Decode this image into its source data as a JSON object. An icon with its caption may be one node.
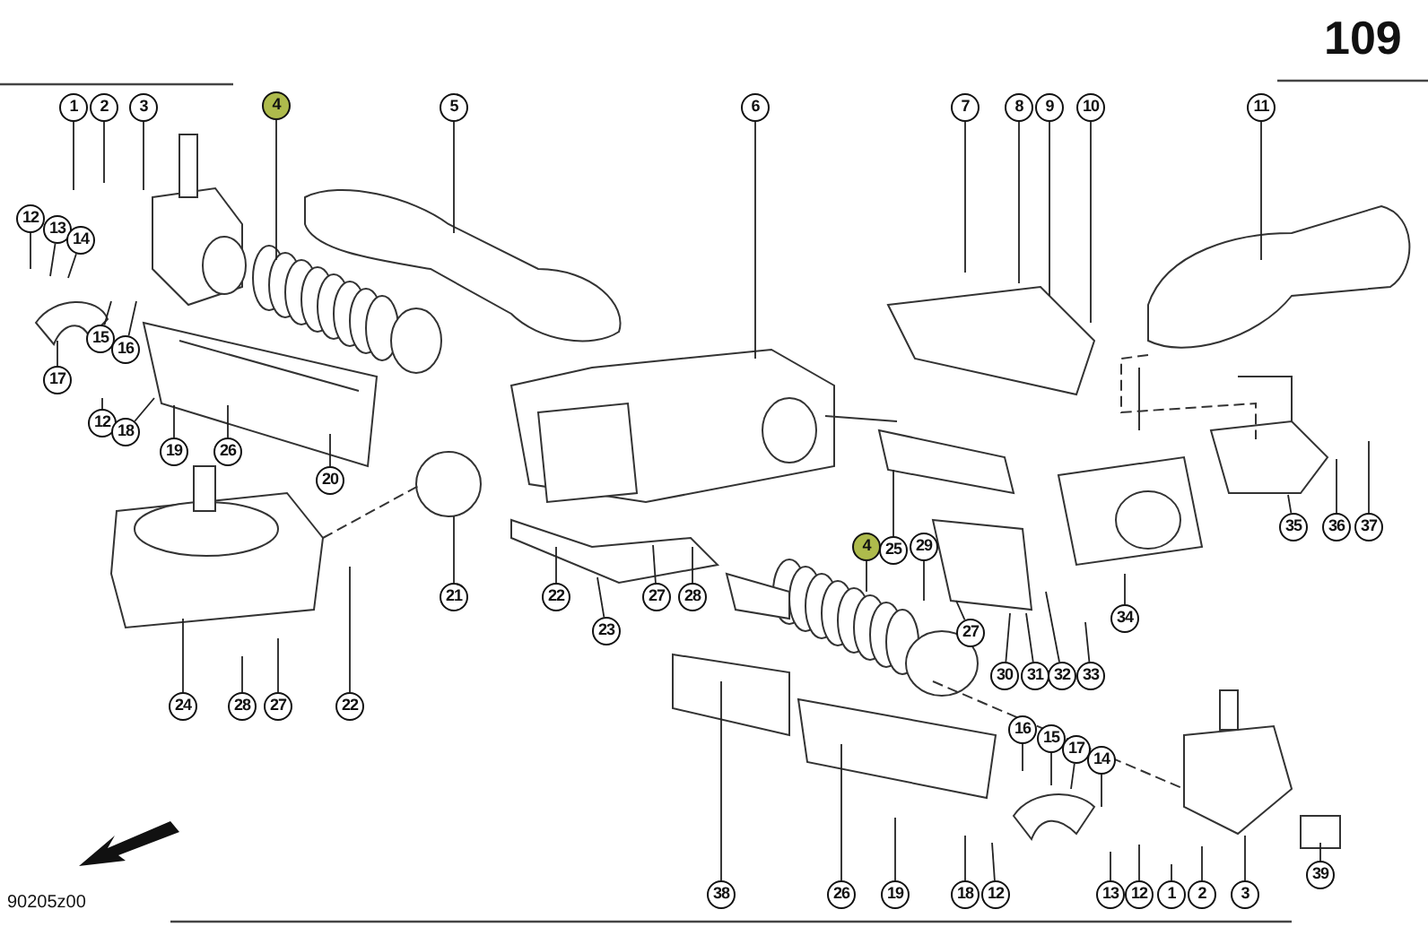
{
  "diagram": {
    "nodes": [
      {
        "text": [
          "1"
        ]
      },
      {
        "text": [
          "2"
        ]
      },
      {
        "text": [
          "3"
        ]
      },
      {
        "text": [
          "4"
        ]
      },
      {
        "text": [
          "5"
        ]
      },
      {
        "text": [
          "6"
        ]
      },
      {
        "text": [
          "7"
        ]
      },
      {
        "text": [
          "8"
        ]
      },
      {
        "text": [
          "9"
        ]
      },
      {
        "text": [
          "10"
        ]
      },
      {
        "text": [
          "11"
        ]
      },
      {
        "text": [
          "12"
        ]
      },
      {
        "text": [
          "13"
        ]
      },
      {
        "text": [
          "14"
        ]
      },
      {
        "text": [
          "15"
        ]
      },
      {
        "text": [
          "16"
        ]
      },
      {
        "text": [
          "17"
        ]
      },
      {
        "text": [
          "12"
        ]
      },
      {
        "text": [
          "18"
        ]
      },
      {
        "text": [
          "19"
        ]
      },
      {
        "text": [
          "26"
        ]
      },
      {
        "text": [
          "20"
        ]
      },
      {
        "text": [
          "21"
        ]
      },
      {
        "text": [
          "22"
        ]
      },
      {
        "text": [
          "27"
        ]
      },
      {
        "text": [
          "28"
        ]
      },
      {
        "text": [
          "23"
        ]
      },
      {
        "text": [
          "24"
        ]
      },
      {
        "text": [
          "28"
        ]
      },
      {
        "text": [
          "27"
        ]
      },
      {
        "text": [
          "22"
        ]
      },
      {
        "text": [
          "4"
        ]
      },
      {
        "text": [
          "25"
        ]
      },
      {
        "text": [
          "29"
        ]
      },
      {
        "text": [
          "27"
        ]
      },
      {
        "text": [
          "30"
        ]
      },
      {
        "text": [
          "31"
        ]
      },
      {
        "text": [
          "32"
        ]
      },
      {
        "text": [
          "33"
        ]
      },
      {
        "text": [
          "34"
        ]
      },
      {
        "text": [
          "35"
        ]
      },
      {
        "text": [
          "36"
        ]
      },
      {
        "text": [
          "37"
        ]
      },
      {
        "text": [
          "16"
        ]
      },
      {
        "text": [
          "15"
        ]
      },
      {
        "text": [
          "17"
        ]
      },
      {
        "text": [
          "14"
        ]
      },
      {
        "text": [
          "38"
        ]
      },
      {
        "text": [
          "26"
        ]
      },
      {
        "text": [
          "19"
        ]
      },
      {
        "text": [
          "18"
        ]
      },
      {
        "text": [
          "12"
        ]
      },
      {
        "text": [
          "13"
        ]
      },
      {
        "text": [
          "12"
        ]
      },
      {
        "text": [
          "1"
        ]
      },
      {
        "text": [
          "2"
        ]
      },
      {
        "text": [
          "3"
        ]
      },
      {
        "text": [
          "39"
        ]
      }
    ],
    "edges": [
      {
        "from": 0,
        "to": null,
        "arrow": "none"
      },
      {
        "from": 1,
        "to": null,
        "arrow": "none"
      },
      {
        "from": 2,
        "to": null,
        "arrow": "none"
      },
      {
        "from": 3,
        "to": null,
        "arrow": "none"
      },
      {
        "from": 4,
        "to": null,
        "arrow": "none"
      },
      {
        "from": 5,
        "to": null,
        "arrow": "none"
      },
      {
        "from": 6,
        "to": null,
        "arrow": "none"
      },
      {
        "from": 7,
        "to": null,
        "arrow": "none"
      },
      {
        "from": 8,
        "to": null,
        "arrow": "none"
      },
      {
        "from": 9,
        "to": null,
        "arrow": "none"
      },
      {
        "from": 10,
        "to": null,
        "arrow": "none"
      },
      {
        "from": 11,
        "to": null,
        "arrow": "none"
      },
      {
        "from": 12,
        "to": null,
        "arrow": "none"
      },
      {
        "from": 13,
        "to": null,
        "arrow": "none"
      },
      {
        "from": 14,
        "to": null,
        "arrow": "none"
      },
      {
        "from": 15,
        "to": null,
        "arrow": "none"
      },
      {
        "from": 16,
        "to": null,
        "arrow": "none"
      },
      {
        "from": 17,
        "to": null,
        "arrow": "none"
      },
      {
        "from": 18,
        "to": null,
        "arrow": "none"
      },
      {
        "from": 19,
        "to": null,
        "arrow": "none"
      },
      {
        "from": 20,
        "to": null,
        "arrow": "none"
      },
      {
        "from": 21,
        "to": null,
        "arrow": "none"
      },
      {
        "from": 22,
        "to": null,
        "arrow": "none"
      },
      {
        "from": 23,
        "to": null,
        "arrow": "none"
      },
      {
        "from": 24,
        "to": null,
        "arrow": "none"
      },
      {
        "from": 25,
        "to": null,
        "arrow": "none"
      },
      {
        "from": 26,
        "to": null,
        "arrow": "none"
      },
      {
        "from": 27,
        "to": null,
        "arrow": "none"
      },
      {
        "from": 28,
        "to": null,
        "arrow": "none"
      },
      {
        "from": 29,
        "to": null,
        "arrow": "none"
      },
      {
        "from": 30,
        "to": null,
        "arrow": "none"
      },
      {
        "from": 31,
        "to": null,
        "arrow": "none"
      },
      {
        "from": 32,
        "to": null,
        "arrow": "none"
      },
      {
        "from": 33,
        "to": null,
        "arrow": "none"
      },
      {
        "from": 34,
        "to": null,
        "arrow": "none"
      },
      {
        "from": 35,
        "to": null,
        "arrow": "none"
      },
      {
        "from": 36,
        "to": null,
        "arrow": "none"
      },
      {
        "from": 37,
        "to": null,
        "arrow": "none"
      },
      {
        "from": 38,
        "to": null,
        "arrow": "none"
      },
      {
        "from": 39,
        "to": null,
        "arrow": "none"
      },
      {
        "from": 40,
        "to": null,
        "arrow": "none"
      },
      {
        "from": 41,
        "to": null,
        "arrow": "none"
      },
      {
        "from": 42,
        "to": null,
        "arrow": "none"
      },
      {
        "from": 43,
        "to": null,
        "arrow": "none"
      },
      {
        "from": 44,
        "to": null,
        "arrow": "none"
      },
      {
        "from": 45,
        "to": null,
        "arrow": "none"
      },
      {
        "from": 46,
        "to": null,
        "arrow": "none"
      },
      {
        "from": 47,
        "to": null,
        "arrow": "none"
      },
      {
        "from": 48,
        "to": null,
        "arrow": "none"
      },
      {
        "from": 49,
        "to": null,
        "arrow": "none"
      },
      {
        "from": 50,
        "to": null,
        "arrow": "none"
      },
      {
        "from": 51,
        "to": null,
        "arrow": "none"
      },
      {
        "from": 52,
        "to": null,
        "arrow": "none"
      },
      {
        "from": 53,
        "to": null,
        "arrow": "none"
      },
      {
        "from": 54,
        "to": null,
        "arrow": "none"
      },
      {
        "from": 55,
        "to": null,
        "arrow": "none"
      },
      {
        "from": 56,
        "to": null,
        "arrow": "none"
      },
      {
        "from": 57,
        "to": null,
        "arrow": "none"
      }
    ],
    "labels": [
      "109",
      "90205z00"
    ]
  }
}
